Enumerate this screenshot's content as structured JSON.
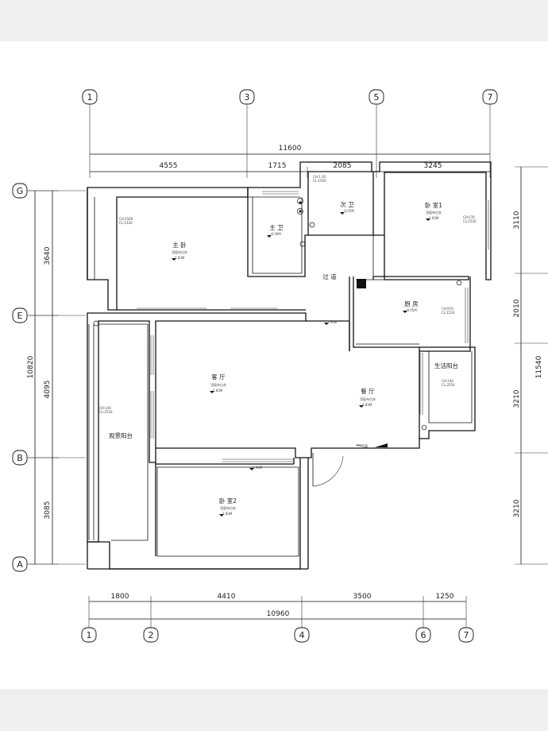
{
  "axes_top": [
    "1",
    "3",
    "5",
    "7"
  ],
  "axes_bottom": [
    "1",
    "2",
    "4",
    "6",
    "7"
  ],
  "axes_left": [
    "G",
    "E",
    "B",
    "A"
  ],
  "dims_top": {
    "total": "11600",
    "segments": [
      "4555",
      "1715",
      "2085",
      "3245"
    ]
  },
  "dims_bottom": {
    "total": "10960",
    "segments": [
      "1800",
      "4410",
      "3500",
      "1250"
    ]
  },
  "dims_left": {
    "total": "10820",
    "segments": [
      "3640",
      "4095",
      "3085"
    ]
  },
  "dims_right": {
    "total": "11540",
    "segments": [
      "3110",
      "2010",
      "3210",
      "3210"
    ]
  },
  "rooms": {
    "master_bedroom": {
      "name": "主 卧",
      "note": "顶面布白灰",
      "elev": "2.83M",
      "ch": "CH:2560",
      "cl": "CL:1320"
    },
    "master_bath": {
      "name": "主 卫",
      "elev": "-0.30M"
    },
    "second_bath": {
      "name": "次 卫",
      "elev": "-0.05M",
      "ch": "CH:1.20",
      "cl": "CL:1500"
    },
    "bedroom1": {
      "name": "卧 室1",
      "note": "顶面布白灰",
      "elev": "2.83M",
      "ch": "CH:570",
      "cl": "CL:1520"
    },
    "corridor": {
      "name": "过 道",
      "elev": "2.90M"
    },
    "kitchen": {
      "name": "厨 房",
      "elev": "-0.05M",
      "ch": "CH:970",
      "cl": "CL:1520"
    },
    "living": {
      "name": "客 厅",
      "note": "顶面布白灰",
      "elev": "2.83M"
    },
    "dining": {
      "name": "餐 厅",
      "note": "顶面布白灰",
      "elev": "2.83M"
    },
    "service_balcony": {
      "name": "生活阳台",
      "ch": "CH:140",
      "cl": "CL:2550"
    },
    "view_balcony": {
      "name": "观景阳台",
      "ch": "CH:140",
      "cl": "CL:2550"
    },
    "bedroom2": {
      "name": "卧 室2",
      "note": "顶面布白灰",
      "elev": "2.83M"
    },
    "bedroom2_door": {
      "elev": "2.90M"
    }
  }
}
